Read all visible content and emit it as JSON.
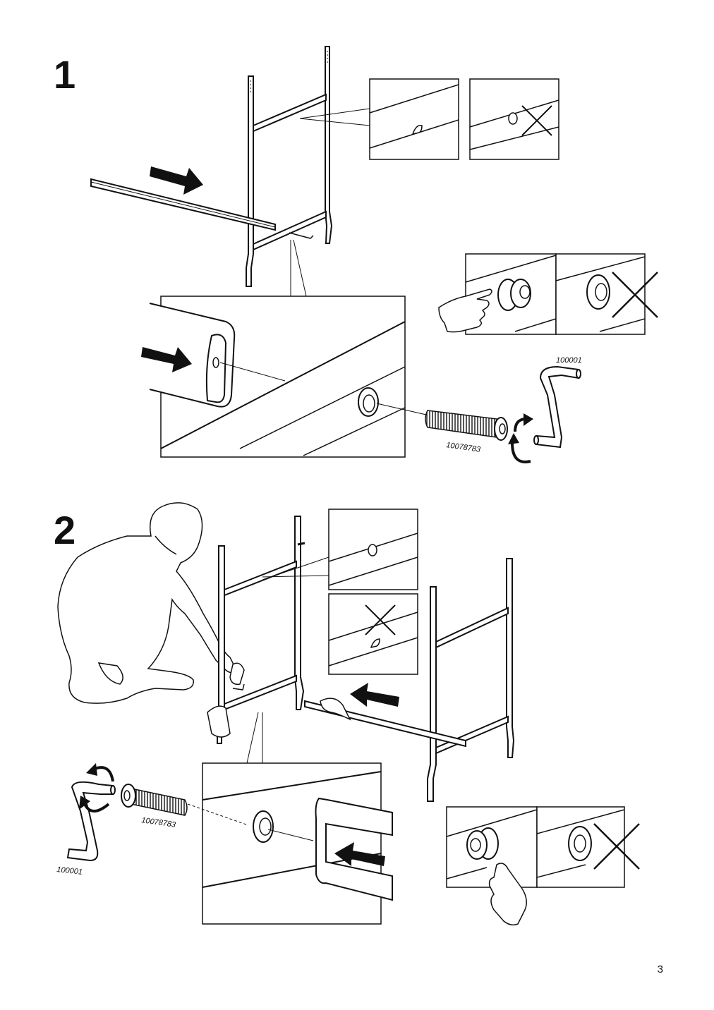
{
  "page_number": "3",
  "steps": [
    {
      "number": "1",
      "parts": {
        "bolt": "10078783",
        "key": "100001"
      }
    },
    {
      "number": "2",
      "parts": {
        "bolt": "10078783",
        "key": "100001"
      }
    }
  ],
  "icons": [
    "push-arrow-icon",
    "wrong-cross-icon",
    "pointing-hand-icon",
    "rotate-arrow-icon",
    "allen-key-icon",
    "bolt-icon"
  ]
}
